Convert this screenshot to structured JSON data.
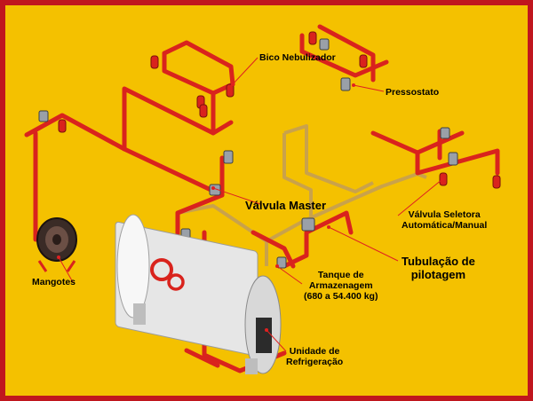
{
  "colors": {
    "background": "#f4c100",
    "border": "#c0161e",
    "pipe": "#d9231d",
    "pilot_pipe": "#c9a24b",
    "tank": "#eeeeee",
    "leader": "#e02020"
  },
  "labels": {
    "bico_nebulizador": "Bico Nebulizador",
    "pressostato": "Pressostato",
    "valvula_master": "Válvula Master",
    "valvula_seletora_line1": "Válvula Seletora",
    "valvula_seletora_line2": "Automática/Manual",
    "tubulacao_line1": "Tubulação de",
    "tubulacao_line2": "pilotagem",
    "mangotes": "Mangotes",
    "tanque_line1": "Tanque de",
    "tanque_line2": "Armazenagem",
    "tanque_line3": "(680 a 54.400 kg)",
    "unidade_line1": "Unidade de",
    "unidade_line2": "Refrigeração"
  }
}
